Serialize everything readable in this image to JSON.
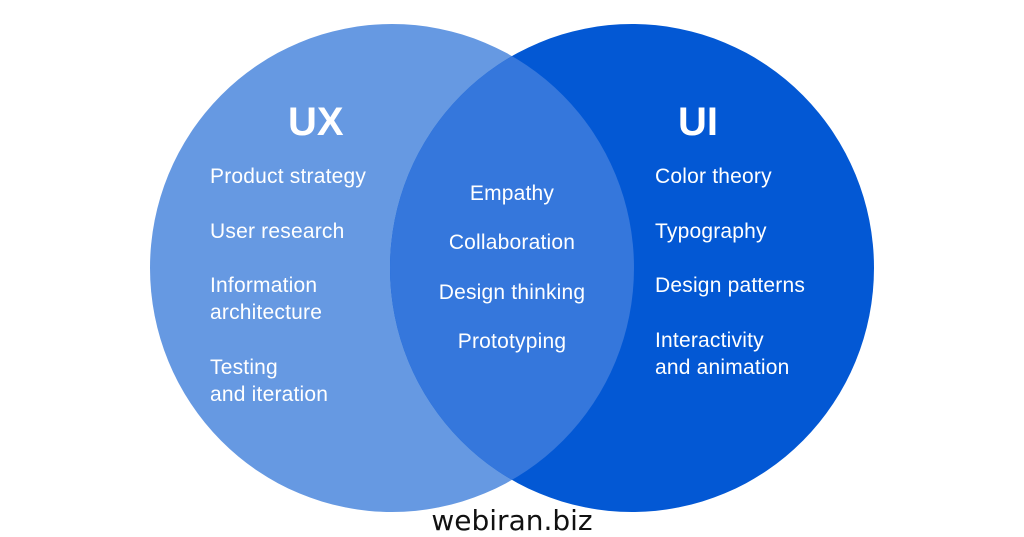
{
  "colors": {
    "ux_circle": "#6699e2",
    "ui_circle": "#0358d4",
    "overlap": "#3577dc",
    "text": "#ffffff",
    "background": "#ffffff"
  },
  "ux": {
    "title": "UX",
    "items": [
      "Product strategy",
      "User research",
      "Information",
      "architecture",
      "Testing",
      "and iteration"
    ]
  },
  "shared": {
    "items": [
      "Empathy",
      "Collaboration",
      "Design thinking",
      "Prototyping"
    ]
  },
  "ui": {
    "title": "UI",
    "items": [
      "Color theory",
      "Typography",
      "Design patterns",
      "Interactivity",
      "and animation"
    ]
  },
  "watermark": "webiran.biz"
}
